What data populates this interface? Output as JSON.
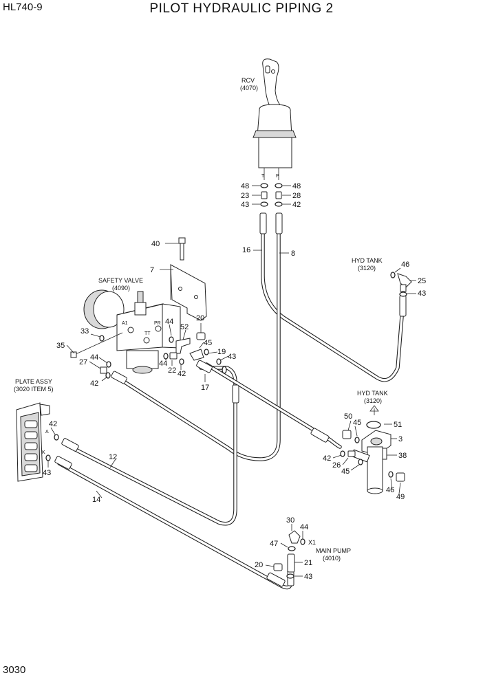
{
  "header": {
    "model": "HL740-9",
    "title": "PILOT HYDRAULIC PIPING 2",
    "page_number": "3030"
  },
  "components": {
    "rcv": {
      "name": "RCV",
      "ref": "(4070)",
      "port_t": "T",
      "port_p": "P"
    },
    "safety_valve": {
      "name": "SAFETY VALVE",
      "ref": "(4090)",
      "port_a1": "A1",
      "port_pr": "PR",
      "port_tt": "TT"
    },
    "plate_assy": {
      "name": "PLATE ASSY",
      "ref": "(3020 ITEM 5)",
      "port_a": "A",
      "port_k": "K"
    },
    "hyd_tank_upper": {
      "name": "HYD TANK",
      "ref": "(3120)"
    },
    "hyd_tank_lower": {
      "name": "HYD TANK",
      "ref": "(3120)"
    },
    "main_pump": {
      "name": "MAIN PUMP",
      "ref": "(4010)",
      "port_x1": "X1"
    }
  },
  "callouts": {
    "rcv_48_left": "48",
    "rcv_23": "23",
    "rcv_43": "43",
    "rcv_48_right": "48",
    "rcv_28": "28",
    "rcv_42": "42",
    "c40": "40",
    "c7": "7",
    "c16": "16",
    "c8": "8",
    "tank_46": "46",
    "tank_25": "25",
    "tank_43": "43",
    "c33": "33",
    "c44_upper": "44",
    "c52": "52",
    "c20_upper": "20",
    "c45_upper": "45",
    "c19": "19",
    "c43_mid": "43",
    "c35": "35",
    "c27": "27",
    "c44_left": "44",
    "c42_left": "42",
    "c44_mid": "44",
    "c22": "22",
    "c42_mid": "42",
    "c17": "17",
    "plate_42": "42",
    "plate_43": "43",
    "c12": "12",
    "c14": "14",
    "c50": "50",
    "c45_right": "45",
    "c51": "51",
    "c3": "3",
    "c38": "38",
    "c42_right": "42",
    "c26": "26",
    "c45_lower": "45",
    "c46_lower": "46",
    "c49": "49",
    "c30": "30",
    "c44_pump": "44",
    "c47": "47",
    "c20_lower": "20",
    "c21": "21",
    "c43_lower": "43"
  }
}
